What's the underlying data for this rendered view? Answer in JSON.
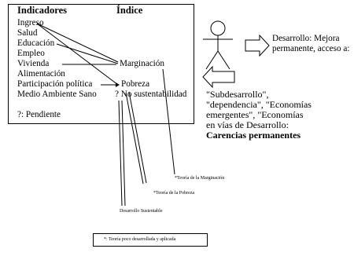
{
  "table": {
    "header_indicators": "Indicadores",
    "header_index": "Índice",
    "indicators": [
      "Ingreso",
      "Salud",
      "Educación",
      "Empleo",
      "Vivienda",
      "Alimentación",
      "Participación política",
      "Medio Ambiente Sano"
    ],
    "indices": [
      "Marginación",
      "Pobreza",
      "? No sustentabilidad"
    ],
    "pending_note": "?: Pendiente"
  },
  "right": {
    "development_text": [
      "Desarrollo: Mejora",
      "permanente, acceso a:"
    ],
    "underdevelopment_text": [
      "\"Subdesarrollo\",",
      "\"dependencia\", \"Economías",
      "emergentes\", \"Economías",
      "en vías de Desarrollo:"
    ],
    "permanent_lacks": "Carencias permanentes"
  },
  "theories": {
    "marginacion": "*Teoría de la Marginación",
    "pobreza": "*Teoría de la Pobreza",
    "sustentable": "Desarrollo Sustentable"
  },
  "legend": "*: Teoría poco desarrollada y aplicada"
}
